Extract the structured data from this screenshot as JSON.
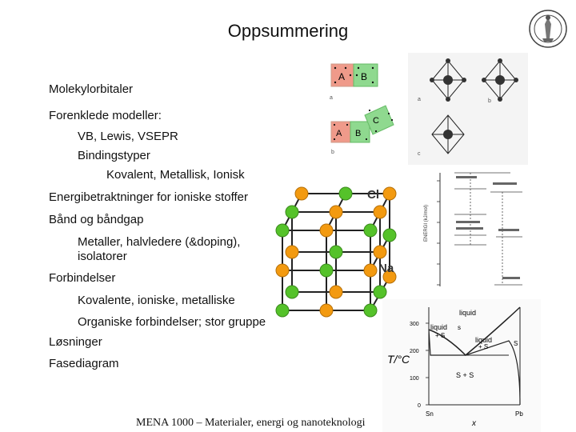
{
  "slide": {
    "title": "Oppsummering",
    "footer": "MENA 1000 – Materialer, energi og nanoteknologi"
  },
  "bullets": [
    {
      "level": 0,
      "text": "Molekylorbitaler"
    },
    {
      "level": 0,
      "text": "Forenklede modeller:"
    },
    {
      "level": 1,
      "text": "VB, Lewis, VSEPR"
    },
    {
      "level": 1,
      "text": "Bindingstyper"
    },
    {
      "level": 2,
      "text": "Kovalent, Metallisk, Ionisk"
    },
    {
      "level": 0,
      "text": "Energibetraktninger for ioniske stoffer"
    },
    {
      "level": 0,
      "text": "Bånd og båndgap"
    },
    {
      "level": 1,
      "text": "Metaller, halvledere (&doping),"
    },
    {
      "level": 1,
      "text": "isolatorer"
    },
    {
      "level": 0,
      "text": "Forbindelser"
    },
    {
      "level": 1,
      "text": "Kovalente, ioniske, metalliske"
    },
    {
      "level": 1,
      "text": "Organiske forbindelser; stor gruppe"
    },
    {
      "level": 0,
      "text": "Løsninger"
    },
    {
      "level": 0,
      "text": "Fasediagram"
    }
  ],
  "lewis_diagram": {
    "labels": [
      "A",
      "B",
      "C",
      "A",
      "B"
    ],
    "colors": {
      "a": "#ef9a8a",
      "b": "#8fd98f",
      "c": "#8fd98f",
      "dots": "#111111"
    }
  },
  "nacl_crystal": {
    "labels": [
      "Cl",
      "Na"
    ],
    "colors": {
      "cl": "#55c22a",
      "na": "#f39a10",
      "bond": "#222222"
    }
  },
  "phase_diagram": {
    "labels": [
      "liquid",
      "liquid",
      "s",
      "+ S",
      "liquid",
      "+ S",
      "S",
      "T/°C",
      "S + S",
      "300",
      "200",
      "100",
      "0",
      "Sn",
      "Pb",
      "x"
    ]
  }
}
